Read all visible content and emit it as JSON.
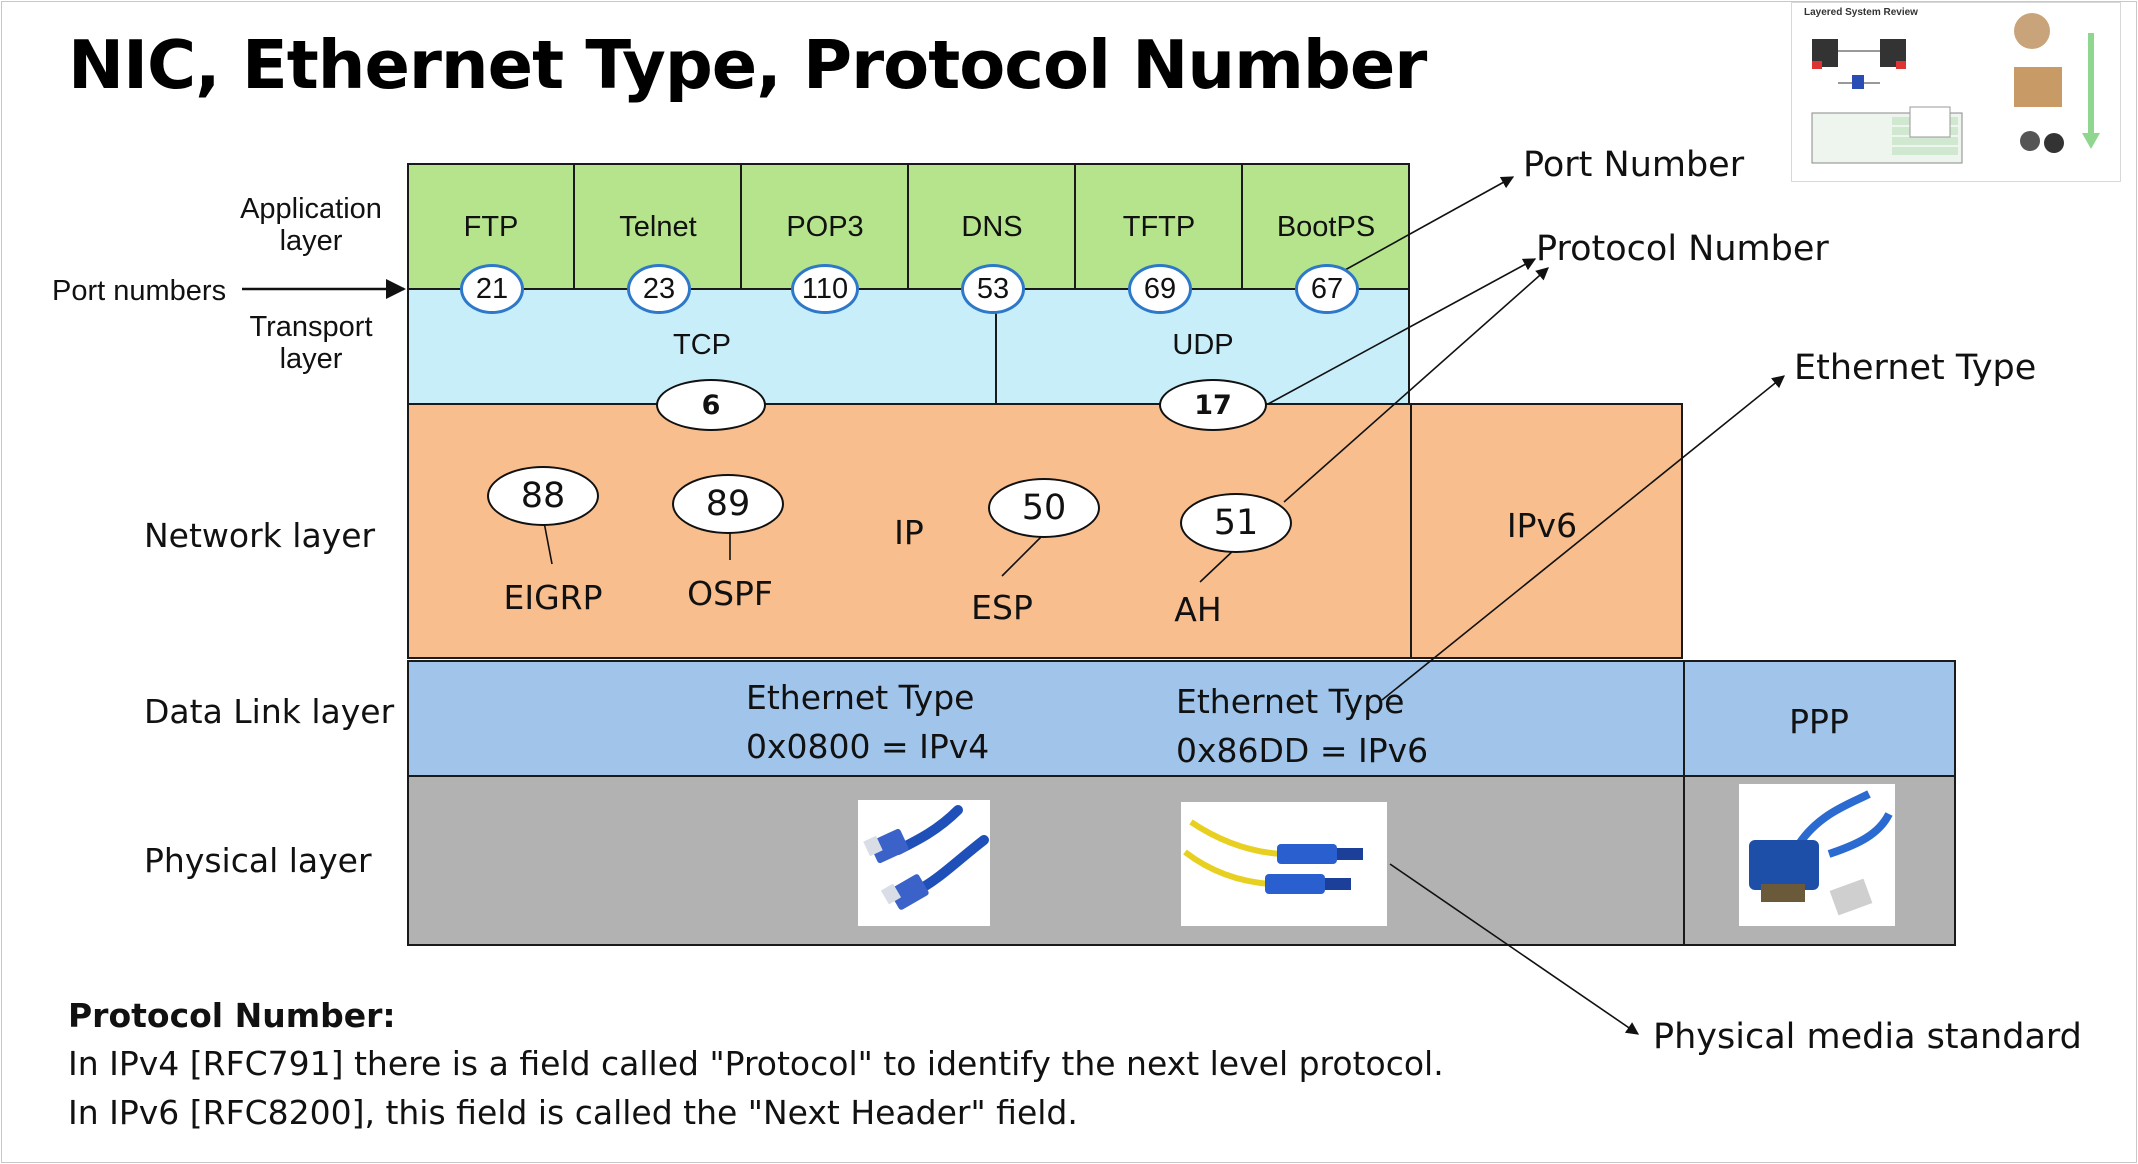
{
  "title": "NIC, Ethernet Type, Protocol Number",
  "side_labels": {
    "application_line1": "Application",
    "application_line2": "layer",
    "port_numbers": "Port numbers",
    "transport_line1": "Transport",
    "transport_line2": "layer",
    "network": "Network layer",
    "data_link": "Data Link layer",
    "physical": "Physical layer"
  },
  "application_protocols": [
    {
      "name": "FTP",
      "port": "21"
    },
    {
      "name": "Telnet",
      "port": "23"
    },
    {
      "name": "POP3",
      "port": "110"
    },
    {
      "name": "DNS",
      "port": "53"
    },
    {
      "name": "TFTP",
      "port": "69"
    },
    {
      "name": "BootPS",
      "port": "67"
    }
  ],
  "transport": {
    "tcp": {
      "name": "TCP",
      "protocol_number": "6"
    },
    "udp": {
      "name": "UDP",
      "protocol_number": "17"
    }
  },
  "network": {
    "ip_label": "IP",
    "ipv6_label": "IPv6",
    "protocols": [
      {
        "number": "88",
        "name": "EIGRP"
      },
      {
        "number": "89",
        "name": "OSPF"
      },
      {
        "number": "50",
        "name": "ESP"
      },
      {
        "number": "51",
        "name": "AH"
      }
    ]
  },
  "data_link": {
    "ipv4_line1": "Ethernet Type",
    "ipv4_line2": "0x0800 = IPv4",
    "ipv6_line1": "Ethernet Type",
    "ipv6_line2": "0x86DD = IPv6",
    "ppp": "PPP"
  },
  "physical": {
    "media": [
      {
        "icon": "ethernet-cable-icon"
      },
      {
        "icon": "fiber-optic-cable-icon"
      },
      {
        "icon": "serial-cable-icon"
      }
    ]
  },
  "annotations": {
    "port_number": "Port Number",
    "protocol_number": "Protocol Number",
    "ethernet_type": "Ethernet Type",
    "physical_media": "Physical media standard"
  },
  "notes": {
    "heading": "Protocol Number:",
    "line1": "In IPv4 [RFC791] there is a field called \"Protocol\" to identify the next level protocol.",
    "line2": "In IPv6 [RFC8200], this field is called the \"Next Header\" field."
  },
  "thumbnail": {
    "title": "Layered System Review"
  },
  "colors": {
    "application": "#b6e48c",
    "transport": "#c8eefa",
    "network": "#f8be8e",
    "data_link": "#a0c4ea",
    "physical": "#b2b2b2",
    "port_oval_border": "#2d78c8"
  }
}
